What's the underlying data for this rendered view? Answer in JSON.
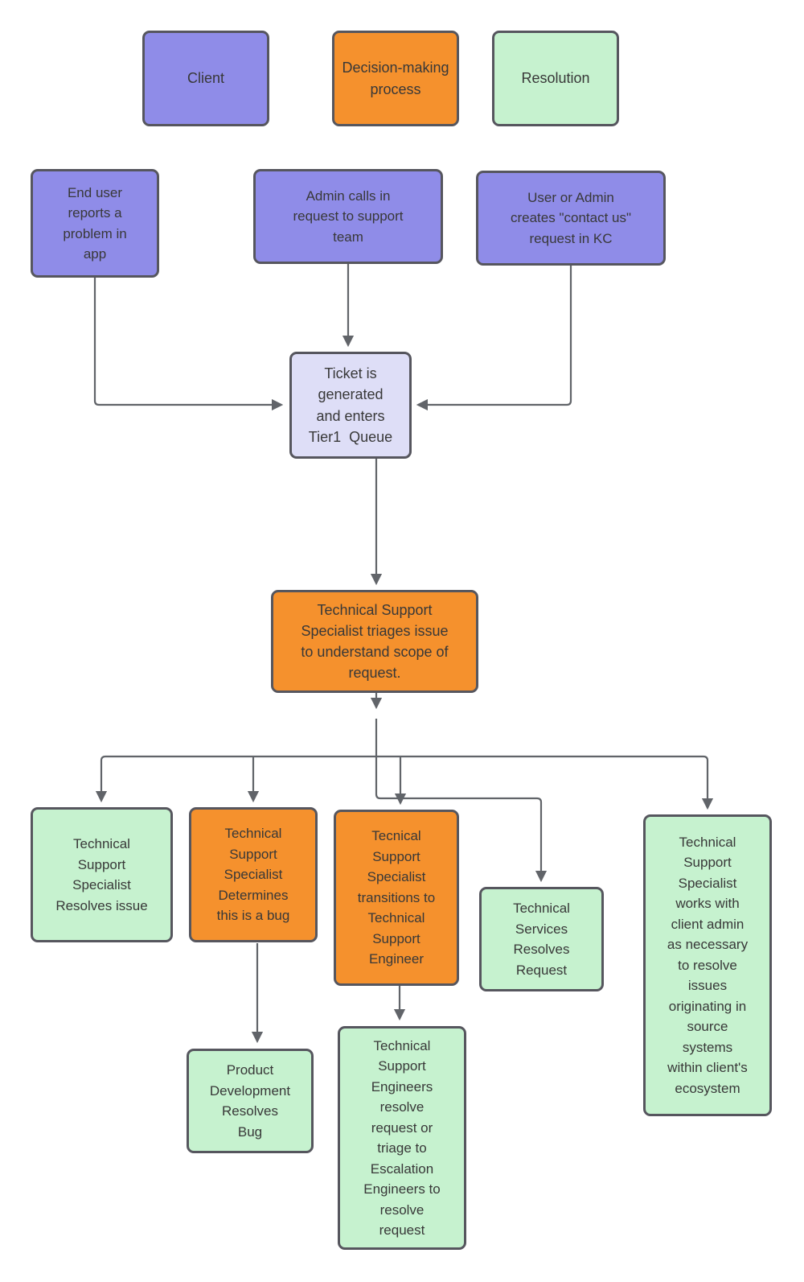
{
  "colors": {
    "background": "#ffffff",
    "client": "#8f8ce8",
    "decision": "#f5912d",
    "resolution": "#c6f2cf",
    "ticket": "#dedef7",
    "border": "#56565e",
    "connector": "#616469",
    "text": "#383838"
  },
  "legend": {
    "client": {
      "label": "Client",
      "type": "client"
    },
    "decision": {
      "label": "Decision-making\nprocess",
      "type": "decision"
    },
    "resolution": {
      "label": "Resolution",
      "type": "resolution"
    }
  },
  "nodes": {
    "end_user": {
      "label": "End user\nreports a\nproblem in\napp",
      "type": "client"
    },
    "admin_calls": {
      "label": "Admin calls in\nrequest to support\nteam",
      "type": "client"
    },
    "user_admin": {
      "label": "User or Admin\ncreates \"contact us\"\nrequest in KC",
      "type": "client"
    },
    "ticket": {
      "label": "Ticket is\ngenerated\nand enters\nTier1  Queue",
      "type": "ticket"
    },
    "triage": {
      "label": "Technical Support\nSpecialist triages issue\nto understand scope of\nrequest.",
      "type": "decision"
    },
    "tss_resolves": {
      "label": "Technical\nSupport\nSpecialist\nResolves issue",
      "type": "resolution"
    },
    "tss_bug": {
      "label": "Technical\nSupport\nSpecialist\nDetermines\nthis is a bug",
      "type": "decision"
    },
    "tss_transitions": {
      "label": "Tecnical\nSupport\nSpecialist\ntransitions to\nTechnical\nSupport\nEngineer",
      "type": "decision"
    },
    "tech_services": {
      "label": "Technical\nServices\nResolves\nRequest",
      "type": "resolution"
    },
    "tss_client_admin": {
      "label": "Technical\nSupport\nSpecialist\nworks with\nclient admin\nas necessary\nto resolve\nissues\noriginating in\nsource\nsystems\nwithin client's\necosystem",
      "type": "resolution"
    },
    "product_dev": {
      "label": "Product\nDevelopment\nResolves\nBug",
      "type": "resolution"
    },
    "tse_resolve": {
      "label": "Technical\nSupport\nEngineers\nresolve\nrequest or\ntriage to\nEscalation\nEngineers to\nresolve\nrequest",
      "type": "resolution"
    }
  }
}
